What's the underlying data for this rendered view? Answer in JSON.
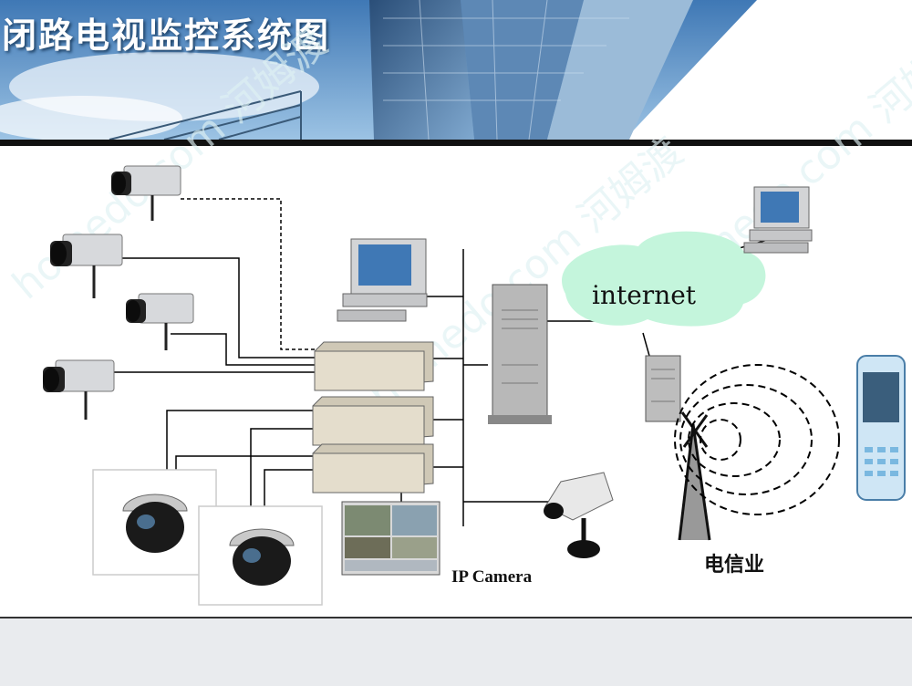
{
  "title": "闭路电视监控系统图",
  "labels": {
    "internet": "internet",
    "ip_camera": "IP Camera",
    "telecom": "电信业"
  },
  "watermark": "homedo.com 河姆渡",
  "colors": {
    "cloud": "#c4f5dc",
    "header_sky": "#4f86bf",
    "line": "#000000",
    "footer_band": "#e9ebee"
  },
  "icons": [
    "box-camera-icon",
    "dome-camera-icon",
    "dvr-icon",
    "desktop-computer-icon",
    "server-icon",
    "cloud-icon",
    "monitor-screen-icon",
    "ip-camera-icon",
    "antenna-tower-icon",
    "mobile-phone-icon"
  ]
}
